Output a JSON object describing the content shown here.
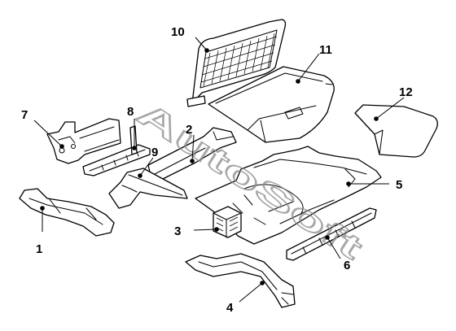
{
  "diagram": {
    "callouts": [
      "1",
      "2",
      "3",
      "4",
      "5",
      "6",
      "7",
      "8",
      "9",
      "10",
      "11",
      "12"
    ],
    "watermark": "AutoSoft",
    "line_color": "#000000",
    "background_color": "#ffffff"
  }
}
